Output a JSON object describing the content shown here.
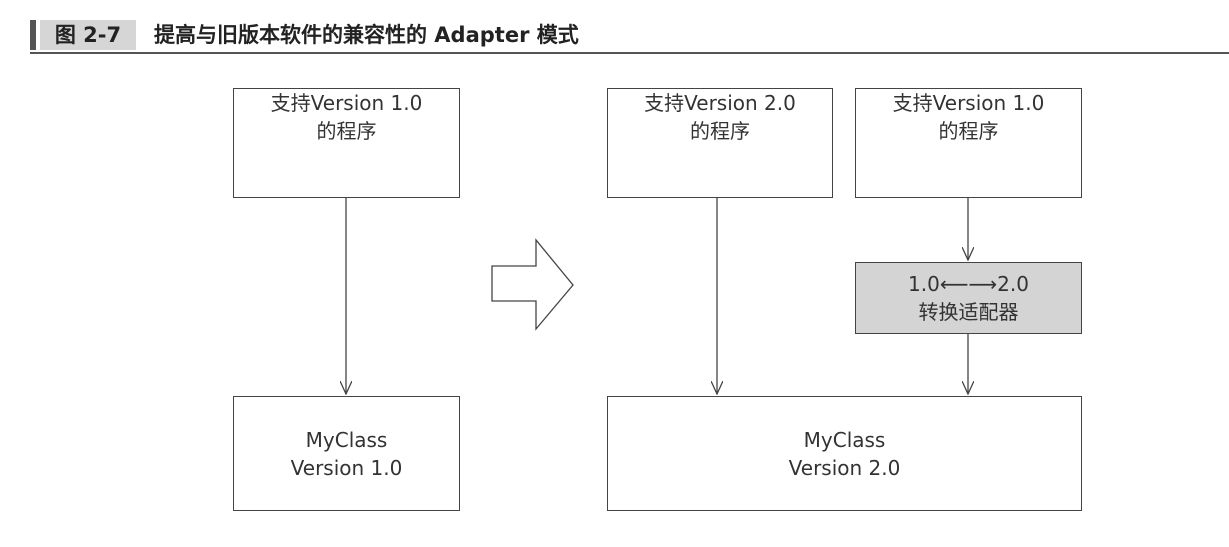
{
  "caption": {
    "label": "图 2-7",
    "title": "提高与旧版本软件的兼容性的 Adapter 模式"
  },
  "left": {
    "program": {
      "line1": "支持Version 1.0",
      "line2": "的程序"
    },
    "class": {
      "line1": "MyClass",
      "line2": "Version 1.0"
    }
  },
  "right": {
    "program_v2": {
      "line1": "支持Version 2.0",
      "line2": "的程序"
    },
    "program_v1": {
      "line1": "支持Version 1.0",
      "line2": "的程序"
    },
    "adapter": {
      "line1": "1.0⟵⟶2.0",
      "line2": "转换适配器"
    },
    "class": {
      "line1": "MyClass",
      "line2": "Version 2.0"
    }
  },
  "colors": {
    "adapter_fill": "#d4d4d4",
    "caption_label_fill": "#d6d6d6",
    "line": "#444444"
  }
}
